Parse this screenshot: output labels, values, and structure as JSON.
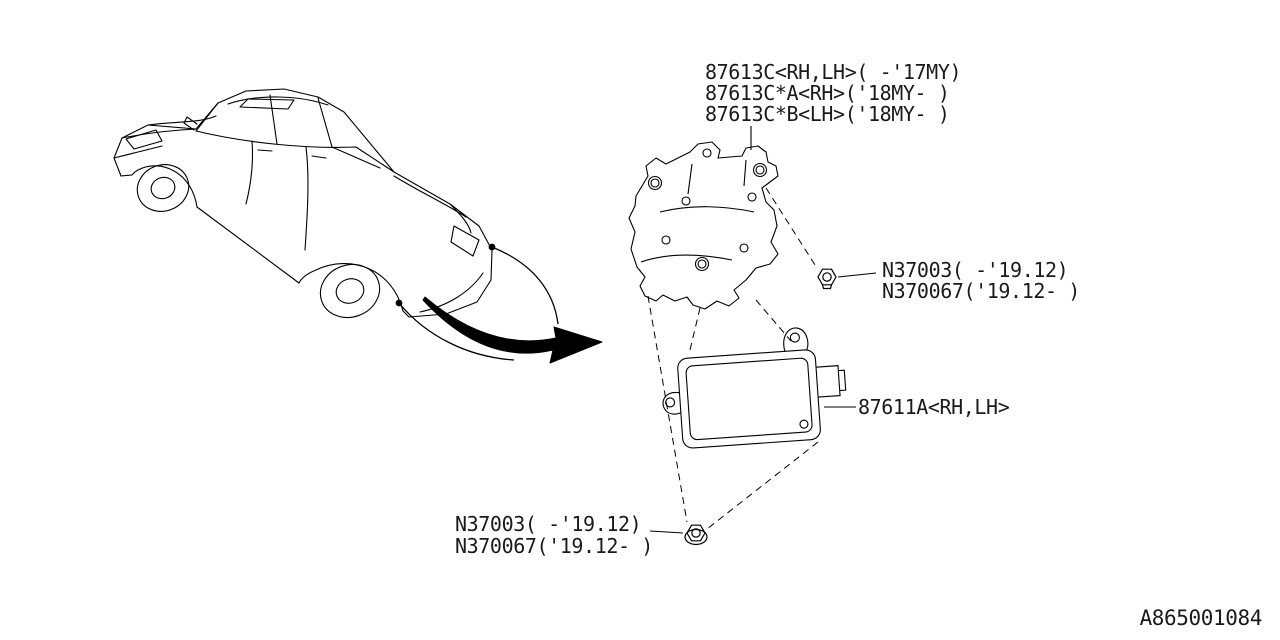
{
  "diagram": {
    "parts": {
      "bracket": {
        "labels": [
          "87613C<RH,LH>( -'17MY)",
          "87613C*A<RH>('18MY- )",
          "87613C*B<LH>('18MY- )"
        ]
      },
      "upper_nut": {
        "labels": [
          "N37003( -'19.12)",
          "N370067('19.12- )"
        ]
      },
      "module": {
        "label": "87611A<RH,LH>"
      },
      "lower_nut": {
        "labels": [
          "N37003( -'19.12)",
          "N370067('19.12- )"
        ]
      }
    },
    "figure_number": "A865001084",
    "colors": {
      "line": "#000000",
      "background": "#ffffff",
      "text": "#1a1a1a"
    }
  }
}
